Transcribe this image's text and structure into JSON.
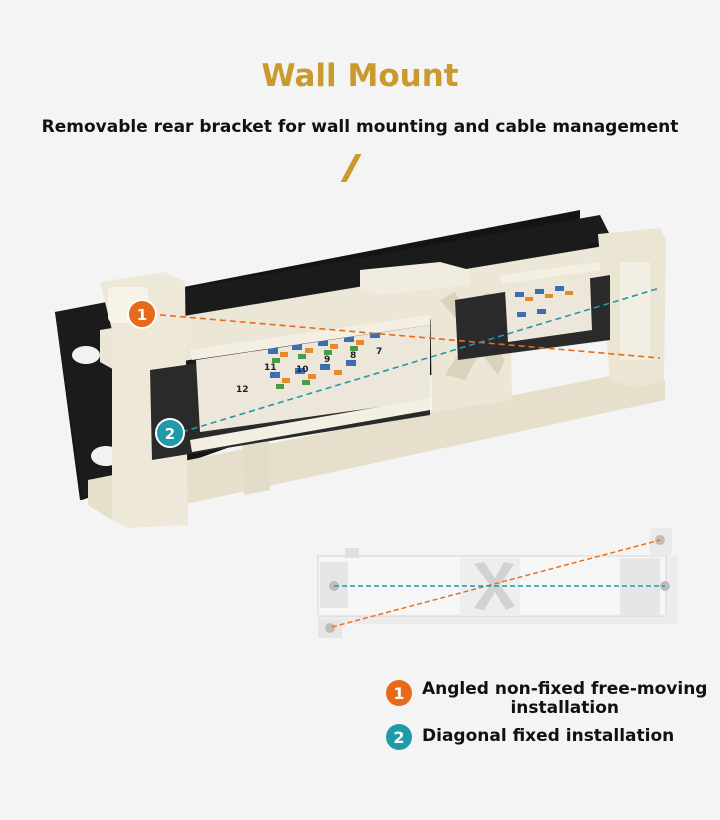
{
  "header": {
    "title": "Wall Mount",
    "subtitle": "Removable rear bracket for wall mounting and cable management"
  },
  "colors": {
    "accent_gold": "#c99a2e",
    "badge_orange": "#e76a1a",
    "badge_teal": "#1f9aa8"
  },
  "product_photo": {
    "port_numbers_left": [
      "12",
      "11",
      "10",
      "9",
      "8",
      "7"
    ],
    "callout_1": "1",
    "callout_2": "2"
  },
  "legend": {
    "items": [
      {
        "number": "1",
        "label_line1": "Angled non-fixed free-moving",
        "label_line2": "installation"
      },
      {
        "number": "2",
        "label_line1": "Diagonal fixed installation",
        "label_line2": ""
      }
    ]
  }
}
